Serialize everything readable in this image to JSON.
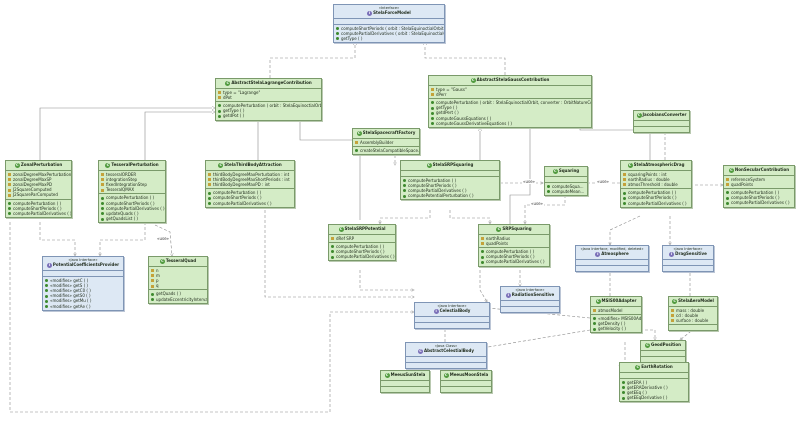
{
  "classes": {
    "stela_force_model": {
      "stereo": "«Interface»",
      "name": "StelaForceModel",
      "ops": [
        "computeShortPeriods ( orbit : StelaEquinoctialOrbit )",
        "computePartialDerivatives ( orbit : StelaEquinoctialOrbit )",
        "getType ( )"
      ]
    },
    "abstract_lagrange": {
      "name": "AbstractStelaLagrangeContribution",
      "attrs": [
        "type = \"Lagrange\"",
        "dPot"
      ],
      "ops": [
        "computePerturbation ( orbit : StelaEquinoctialOrbit )",
        "getType ( )",
        "getdPot ( )"
      ]
    },
    "abstract_gauss": {
      "name": "AbstractStelaGaussContribution",
      "attrs": [
        "type = \"Gauss\"",
        "dPerr"
      ],
      "ops": [
        "computePerturbation ( orbit : StelaEquinoctialOrbit, converter : OrbitNatureConverter )",
        "getType ( )",
        "getdPert ( )",
        "computeGaussEquations ( )",
        "computeGaussDerivativeEquations ( )"
      ]
    },
    "spacecraft_factory": {
      "name": "StelaSpacecraftFactory",
      "attrs": [
        "AssemblyBuilder"
      ],
      "ops": [
        "createStelaCompatibleSpace..."
      ]
    },
    "jacobian_converter": {
      "name": "JacobiansConverter",
      "attrs": [],
      "ops": []
    },
    "zonal": {
      "name": "ZonalPerturbation",
      "attrs": [
        "zonalDegreeMaxPerturbation",
        "zonalDegreeMaxSP",
        "zonalDegreeMaxPD",
        "J2SquareComputed",
        "J2SquareParComputed"
      ],
      "ops": [
        "computePerturbation ( )",
        "computeShortPeriods ( )",
        "computePartialDerivatives ( )"
      ]
    },
    "tesseral": {
      "name": "TesseralPerturbation",
      "attrs": [
        "tesseralORDER",
        "integrationStep",
        "fixedIntegrationStep",
        "TesseralQMAX"
      ],
      "ops": [
        "computePerturbation ( )",
        "computeShortPeriods ( )",
        "computePartialDerivatives ( )",
        "updateQuads ( )",
        "getQuadsList ( )"
      ]
    },
    "third_body": {
      "name": "StelaThirdBodyAttraction",
      "attrs": [
        "thirdBodyDegreeMaxPerturbation : int",
        "thirdBodyDegreeMaxShortPeriods : int",
        "thirdBodyDegreeMaxPD : int"
      ],
      "ops": [
        "computePerturbation ( )",
        "computeShortPeriods ( )",
        "computePartialDerivatives ( )"
      ]
    },
    "srp_squaring": {
      "name": "StelaSRPSquaring",
      "attrs": [],
      "ops": [
        "computePerturbation ( )",
        "computeShortPeriods ( )",
        "computePartialDerivatives ( )",
        "computePotentialPerturbation ( )"
      ]
    },
    "squaring": {
      "name": "Squaring",
      "attrs": [],
      "ops": [
        "computeSqua...",
        "computeMean..."
      ]
    },
    "atm_drag": {
      "name": "StelaAtmosphericDrag",
      "attrs": [
        "squaringPoints : int",
        "earthRadius : double",
        "atmosThreshold : double"
      ],
      "ops": [
        "computePerturbation ( )",
        "computeShortPeriods ( )",
        "computePartialDerivatives ( )"
      ]
    },
    "non_seculars": {
      "name": "NonSecularContribution",
      "attrs": [
        "referenceSystem",
        "quadPoints"
      ],
      "ops": [
        "computePerturbation ( )",
        "computeShortPeriods ( )",
        "computePartialDerivatives ( )"
      ]
    },
    "coef_provider": {
      "stereo": "«Java Interface»",
      "name": "PotentialCoefficientsProvider",
      "attrs": [],
      "ops": [
        "«modifies» getC ( )",
        "«modifies» getS ( )",
        "«modifies» getC0 ( )",
        "«modifies» getS0 ( )",
        "«modifies» getMu ( )",
        "«modifies» getAe ( )"
      ]
    },
    "tesseral_quad": {
      "name": "TesseralQuad",
      "attrs": [
        "n",
        "m",
        "p",
        "q"
      ],
      "ops": [
        "getQuads ( )",
        "updateEccentricityInterval ( )"
      ]
    },
    "srp_potential": {
      "name": "StelaSRPPotential",
      "attrs": [
        "dRef SRP"
      ],
      "ops": [
        "computePerturbation ( )",
        "computeShortPeriods ( )",
        "computePartialDerivatives ( )"
      ]
    },
    "srp_squaring2": {
      "name": "SRPSquaring",
      "attrs": [
        "earthRadius",
        "quadPoints"
      ],
      "ops": [
        "computePerturbation ( )",
        "computeShortPeriods ( )",
        "computePartialDerivatives ( )"
      ]
    },
    "atmosphere": {
      "stereo": "«Java Interface, modified, deleted»",
      "name": "Atmosphere",
      "attrs": [],
      "ops": []
    },
    "drag_sensitive": {
      "stereo": "«Java Interface»",
      "name": "DragSensitive",
      "attrs": [],
      "ops": []
    },
    "radiation_sensitive": {
      "stereo": "«Java Interface»",
      "name": "RadiationSensitive",
      "attrs": [],
      "ops": []
    },
    "celestial_body": {
      "stereo": "«Java Interface»",
      "name": "CelestialBody",
      "attrs": [],
      "ops": []
    },
    "msis_adapter": {
      "name": "MSIS00Adapter",
      "attrs": [
        "atmosModel"
      ],
      "ops": [
        "«modifies» MSIS00Adapter ( )",
        "getDensity ( )",
        "getVelocity ( )"
      ]
    },
    "aero_model": {
      "name": "StelaAeroModel",
      "attrs": [
        "mass : double",
        "cd : double",
        "surface : double"
      ],
      "ops": []
    },
    "geod_position": {
      "name": "GeodPosition",
      "attrs": [],
      "ops": []
    },
    "abstract_celestial": {
      "stereo": "«Java Class»",
      "name": "AbstractCelestialBody",
      "attrs": [],
      "ops": []
    },
    "meeus_sun": {
      "name": "MeeusSunStela",
      "attrs": [],
      "ops": []
    },
    "meeus_moon": {
      "name": "MeeusMoonStela",
      "attrs": [],
      "ops": []
    },
    "earth_rotation": {
      "name": "EarthRotation",
      "attrs": [],
      "ops": [
        "getERA ( )",
        "getERADerivative ( )",
        "getEEq ( )",
        "getEEqDerivative ( )"
      ]
    }
  },
  "labels": {
    "use": "«use»"
  },
  "colors": {
    "class_fill": "#d4ecc6",
    "interface_fill": "#dde8f4",
    "wire": "#8a8a8a"
  }
}
